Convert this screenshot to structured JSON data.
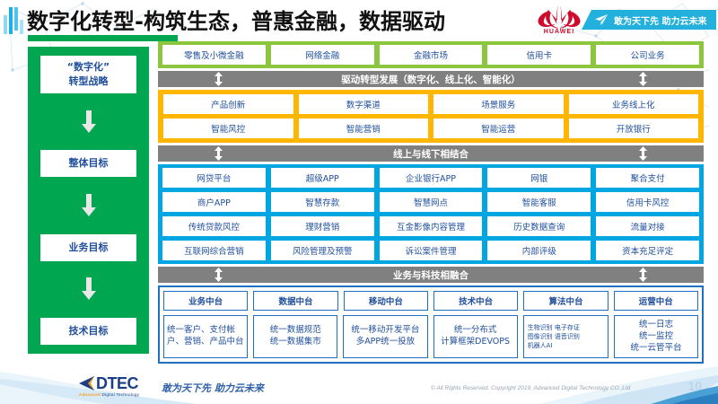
{
  "header": {
    "title": "数字化转型-构筑生态，普惠金融，数据驱动",
    "brand_name": "HUAWEI",
    "tagline": "敢为天下先 助力云未来"
  },
  "left_column": {
    "steps": [
      {
        "label": "“数字化”\n转型战略"
      },
      {
        "label": "整体目标"
      },
      {
        "label": "业务目标"
      },
      {
        "label": "技术目标"
      }
    ],
    "step_0_line1": "“数字化”",
    "step_0_line2": "转型战略",
    "step_1": "整体目标",
    "step_2": "业务目标",
    "step_3": "技术目标"
  },
  "business_band": {
    "items": [
      "零售及小微金融",
      "网络金融",
      "金融市场",
      "信用卡",
      "公司业务"
    ]
  },
  "connectors": {
    "drive": "驱动转型发展（数字化、线上化、智能化）",
    "online_offline": "线上与线下相结合",
    "business_tech": "业务与科技相融合"
  },
  "transformation_band": {
    "row1": [
      "产品创新",
      "数字渠道",
      "场景服务",
      "业务线上化"
    ],
    "row2": [
      "智能风控",
      "智能营销",
      "智能运营",
      "开放银行"
    ]
  },
  "channel_band": {
    "row1": [
      "网贷平台",
      "超级APP",
      "企业银行APP",
      "网银",
      "聚合支付"
    ],
    "row2": [
      "商户APP",
      "智慧存款",
      "智慧网点",
      "智能客服",
      "信用卡风控"
    ],
    "row3": [
      "传统贷款风控",
      "理财营销",
      "互金影像内容管理",
      "历史数据查询",
      "流量对接"
    ],
    "row4": [
      "互联网综合营销",
      "风险管理及预警",
      "诉讼案件管理",
      "内部评级",
      "资本充足评定"
    ]
  },
  "platform_band": {
    "headers": [
      "业务中台",
      "数据中台",
      "移动中台",
      "技术中台",
      "算法中台",
      "运营中台"
    ],
    "details": [
      "统一客户、支付帐户、营销、产品中台",
      "统一数据规范\n统一数据集市",
      "统一移动开发平台\n多APP统一投放",
      "统一分布式\n计算框架DEVOPS",
      "生物识别 电子存证\n图像识别 语音识别\n机器人AI",
      "统一日志\n统一监控\n统一云管平台"
    ],
    "detail_0": "统一客户、支付帐户、营销、产品中台",
    "detail_1_line1": "统一数据规范",
    "detail_1_line2": "统一数据集市",
    "detail_2_line1": "统一移动开发平台",
    "detail_2_line2": "多APP统一投放",
    "detail_3_line1": "统一分布式",
    "detail_3_line2": "计算框架DEVOPS",
    "detail_4_line1": "生物识别 电子存证",
    "detail_4_line2": "图像识别 语音识别",
    "detail_4_line3": "机器人AI",
    "detail_5_line1": "统一日志",
    "detail_5_line2": "统一监控",
    "detail_5_line3": "统一云管平台"
  },
  "footer": {
    "logo_word": "DTEC",
    "logo_sub_bold": "Advanced",
    "logo_sub_rest": " Digital Technology",
    "slogan": "敢为天下先   助力云未来",
    "copyright": "© All Rights Reserved. Copyright 2019, Advanced Digital Technology CO.,Ltd",
    "page_number": "10"
  },
  "colors": {
    "green_dark": "#00a650",
    "green_light": "#8cc63e",
    "orange": "#ffb600",
    "cyan": "#00a6e2",
    "navy": "#1f70c1",
    "gray_bar": "#808080",
    "text_blue": "#1f4e9c",
    "huawei_red": "#cf0a2c",
    "banner_blue": "#23b0dd"
  }
}
